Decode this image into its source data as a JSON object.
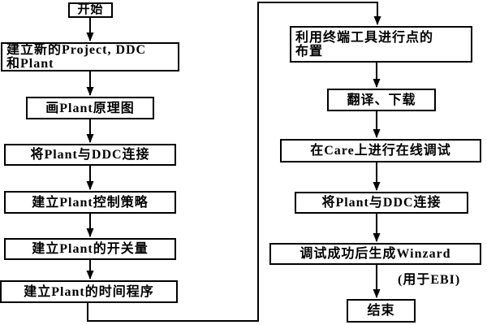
{
  "diagram": {
    "type": "flowchart",
    "background_color": "#ffffff",
    "line_color": "#000000",
    "text_color": "#000000",
    "nodes": {
      "start": {
        "label": "开始"
      },
      "l1": {
        "line1": "建立新的Project, DDC",
        "line2": "和Plant"
      },
      "l2": {
        "label": "画Plant原理图"
      },
      "l3": {
        "label": "将Plant与DDC连接"
      },
      "l4": {
        "label": "建立Plant控制策略"
      },
      "l5": {
        "label": "建立Plant的开关量"
      },
      "l6": {
        "label": "建立Plant的时间程序"
      },
      "r1": {
        "line1": "利用终端工具进行点的",
        "line2": "布置"
      },
      "r2": {
        "label": "翻译、下载"
      },
      "r3": {
        "label": "在Care上进行在线调试"
      },
      "r4": {
        "label": "将Plant与DDC连接"
      },
      "r5": {
        "label": "调试成功后生成Winzard"
      },
      "end": {
        "label": "结束"
      }
    },
    "annotations": {
      "ebi_note": "(用于EBI)"
    }
  }
}
